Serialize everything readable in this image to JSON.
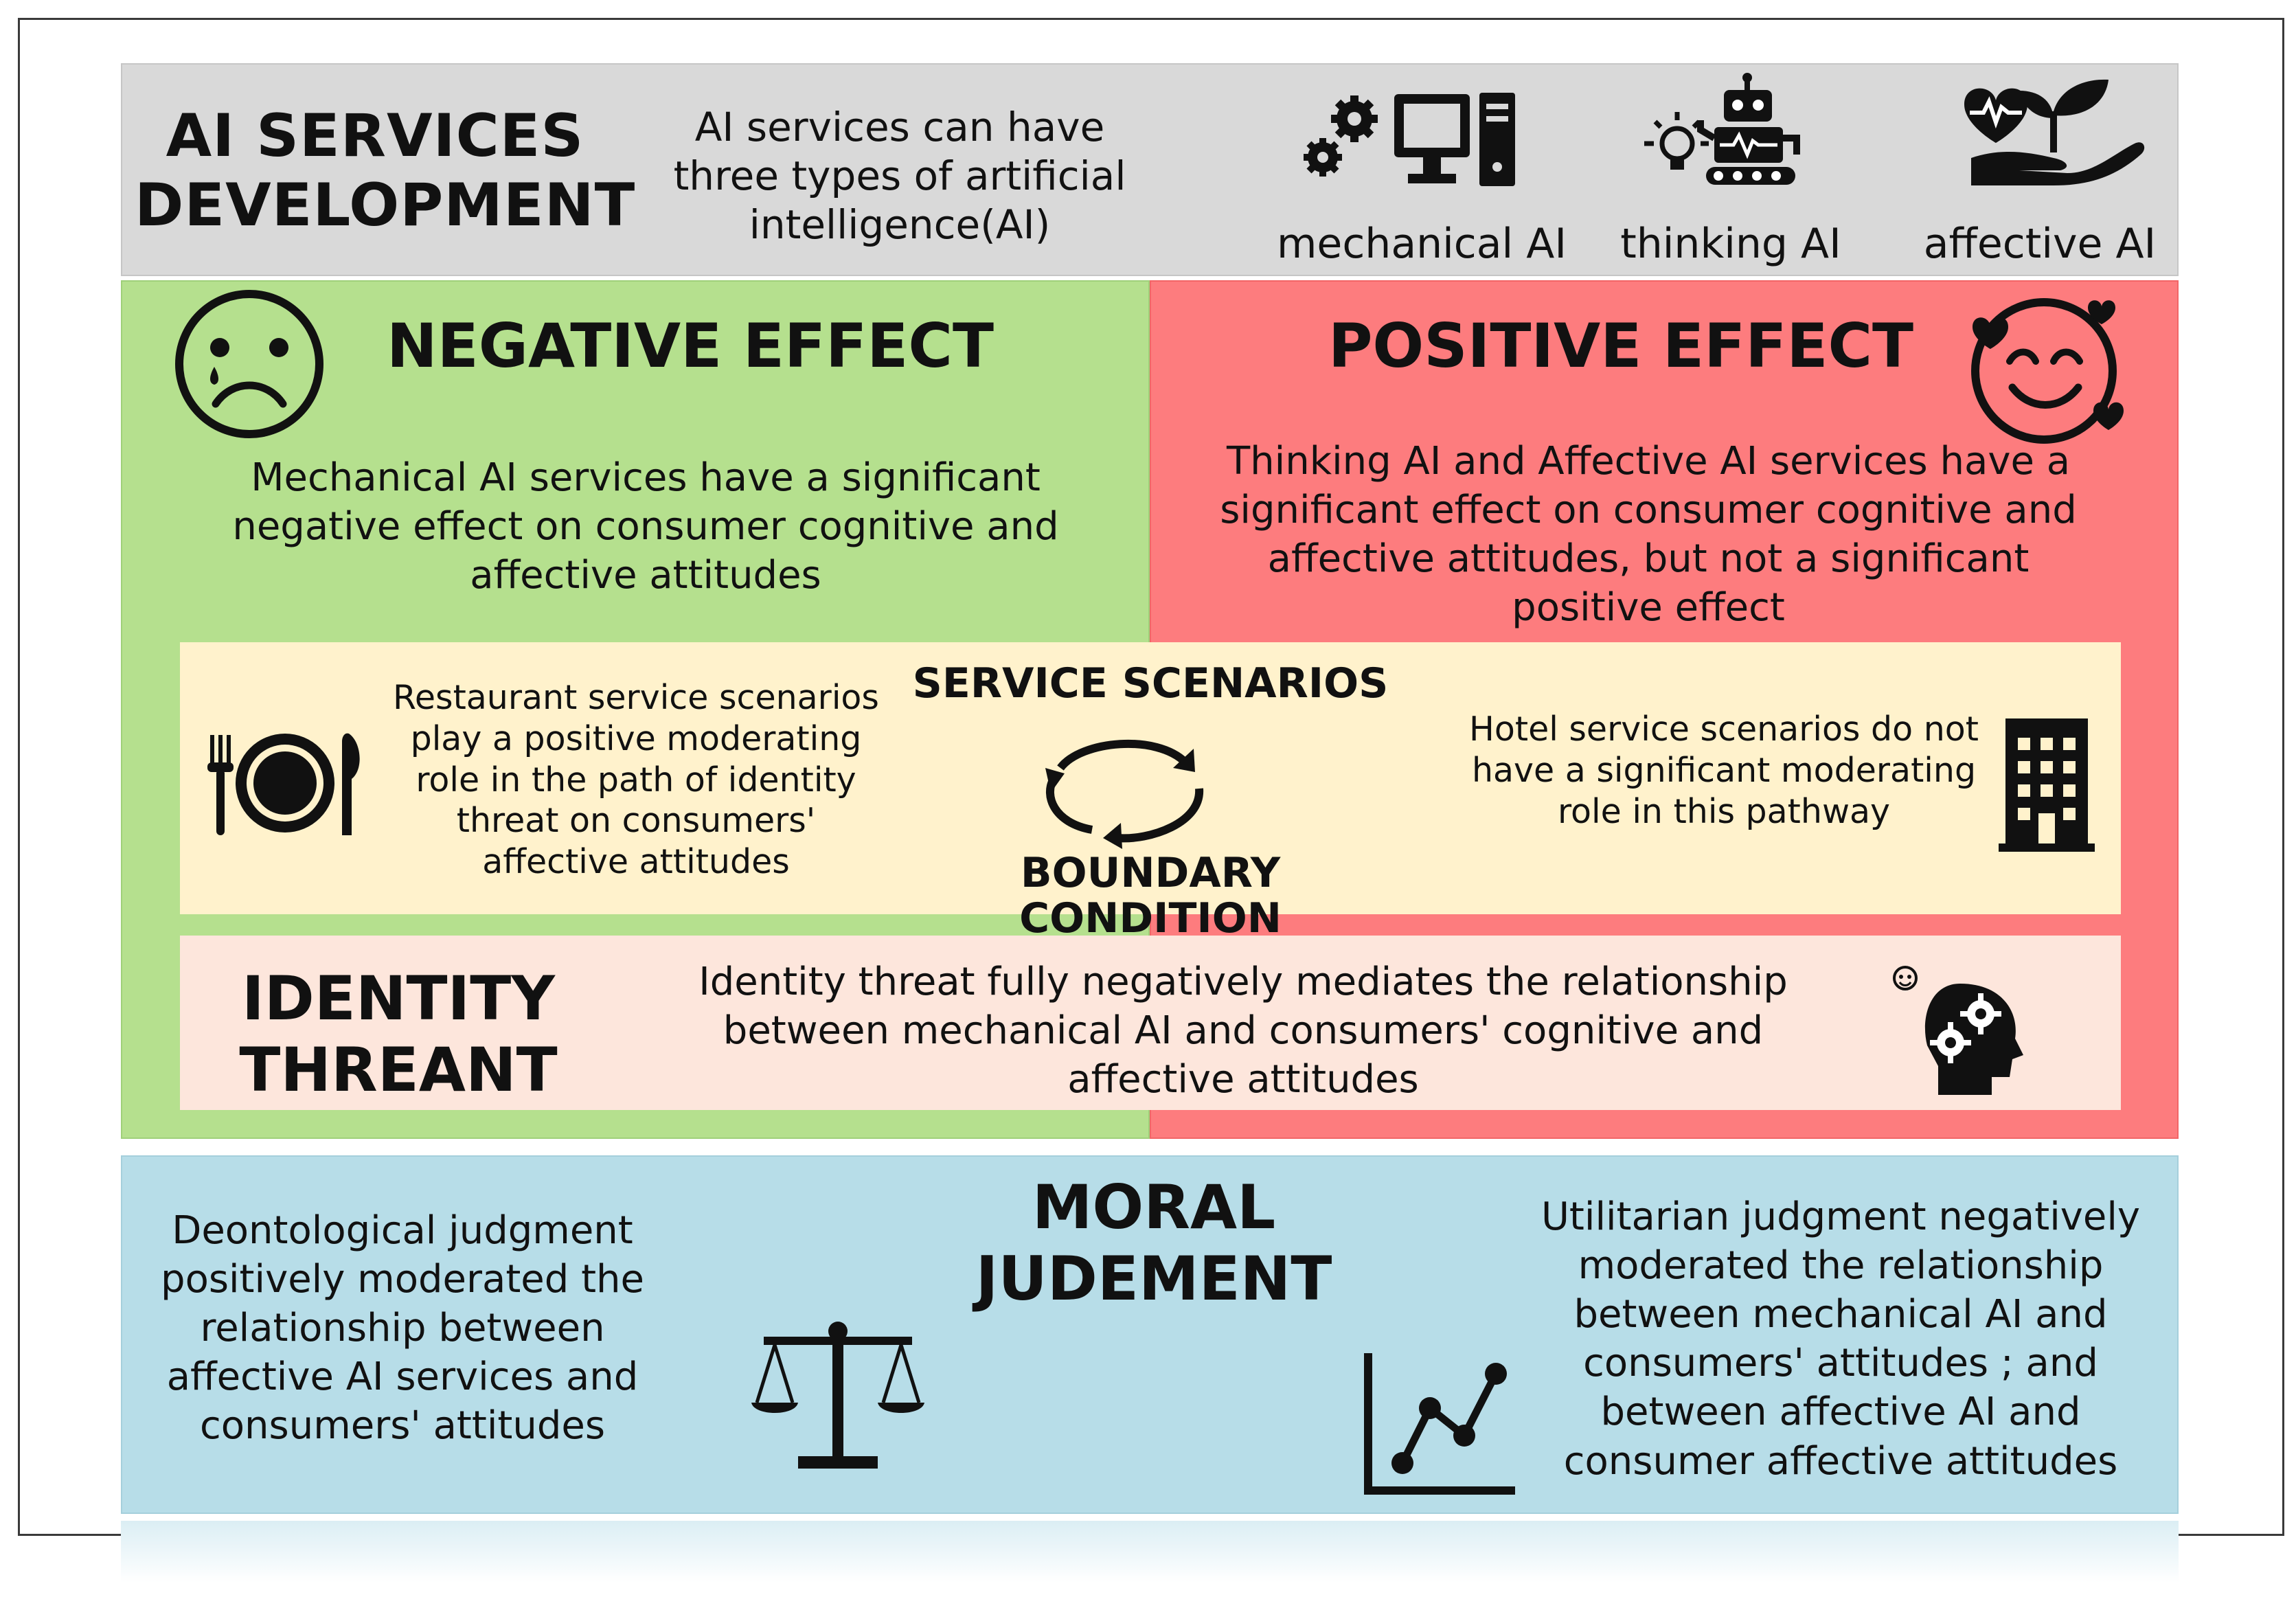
{
  "header": {
    "title": "AI SERVICES\nDEVELOPMENT",
    "intro": "AI services can have three types of artificial intelligence(AI)",
    "types": [
      {
        "label": "mechanical AI",
        "icon": "gears-computer-icon"
      },
      {
        "label": "thinking AI",
        "icon": "robot-lightbulb-icon"
      },
      {
        "label": "affective AI",
        "icon": "heart-hand-plant-icon"
      }
    ]
  },
  "negative": {
    "title": "NEGATIVE EFFECT",
    "text": "Mechanical AI services have a significant negative effect on consumer cognitive and affective attitudes",
    "icon": "sad-face-icon",
    "color": "#b5e08e"
  },
  "positive": {
    "title": "POSITIVE EFFECT",
    "text": "Thinking AI and Affective AI services have a significant effect on consumer cognitive and affective attitudes, but not a significant positive effect",
    "icon": "love-face-icon",
    "color": "#fd7c7e"
  },
  "scenarios": {
    "title_top": "SERVICE SCENARIOS",
    "title_bottom": "BOUNDARY CONDITION",
    "restaurant": "Restaurant service scenarios play a positive moderating role in the path of identity threat on consumers' affective attitudes",
    "hotel": "Hotel service scenarios do not have a significant moderating role in this pathway",
    "color": "#fff2cc"
  },
  "identity": {
    "title": "IDENTITY\nTHREANT",
    "text": "Identity threat fully negatively mediates the relationship between mechanical AI and consumers' cognitive and affective attitudes",
    "color": "#fde6dc"
  },
  "moral": {
    "title": "MORAL\nJUDEMENT",
    "left": "Deontological judgment positively moderated the relationship between affective AI services and consumers' attitudes",
    "right": "Utilitarian judgment negatively moderated the relationship between mechanical AI and consumers' attitudes ; and between affective AI and consumer affective attitudes",
    "color": "#b7dde8"
  },
  "colors": {
    "header": "#d9d9d9",
    "border": "#3a3a3a"
  }
}
